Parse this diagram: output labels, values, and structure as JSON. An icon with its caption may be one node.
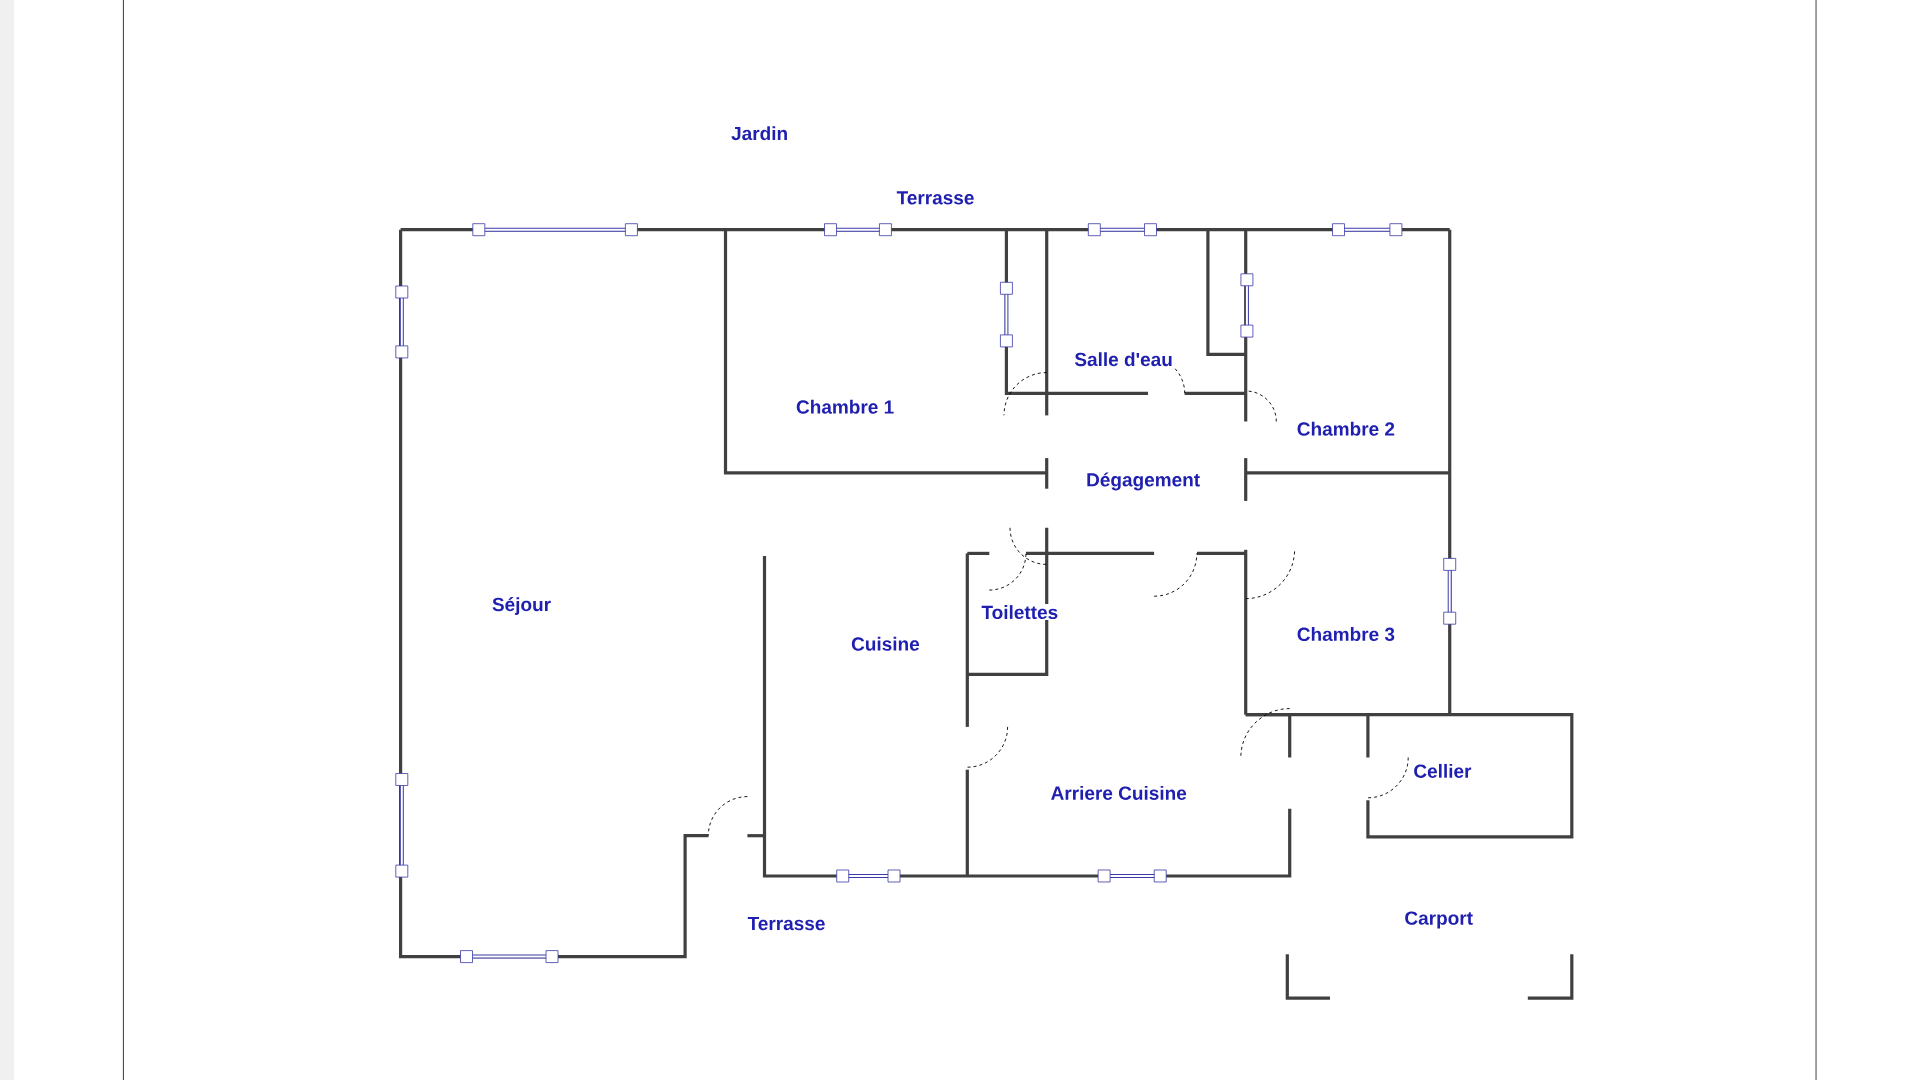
{
  "diagram": {
    "labels": [
      "Jardin",
      "Terrasse",
      "Salle d'eau",
      "Chambre 1",
      "Chambre 2",
      "Dégagement",
      "Séjour",
      "Toilettes",
      "Cuisine",
      "Chambre 3",
      "Cellier",
      "Arriere Cuisine",
      "Terrasse",
      "Carport"
    ]
  }
}
